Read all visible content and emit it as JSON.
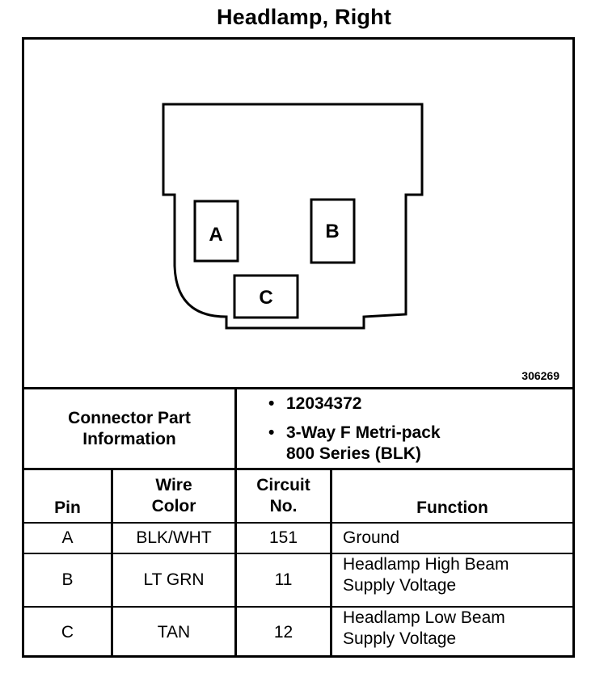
{
  "title": "Headlamp, Right",
  "figure_number": "306269",
  "connector": {
    "pins": [
      {
        "label": "A"
      },
      {
        "label": "B"
      },
      {
        "label": "C"
      }
    ]
  },
  "part_info": {
    "label_line1": "Connector Part",
    "label_line2": "Information",
    "bullet": "•",
    "part_number": "12034372",
    "description_line1": "3-Way F Metri-pack",
    "description_line2": "800 Series (BLK)"
  },
  "table": {
    "headers": {
      "pin": "Pin",
      "wire_color_line1": "Wire",
      "wire_color_line2": "Color",
      "circuit_line1": "Circuit",
      "circuit_line2": "No.",
      "function": "Function"
    },
    "rows": [
      {
        "pin": "A",
        "wire_color": "BLK/WHT",
        "circuit": "151",
        "function_line1": "Ground",
        "function_line2": ""
      },
      {
        "pin": "B",
        "wire_color": "LT GRN",
        "circuit": "11",
        "function_line1": "Headlamp High Beam",
        "function_line2": "Supply Voltage"
      },
      {
        "pin": "C",
        "wire_color": "TAN",
        "circuit": "12",
        "function_line1": "Headlamp Low Beam",
        "function_line2": "Supply Voltage"
      }
    ]
  }
}
